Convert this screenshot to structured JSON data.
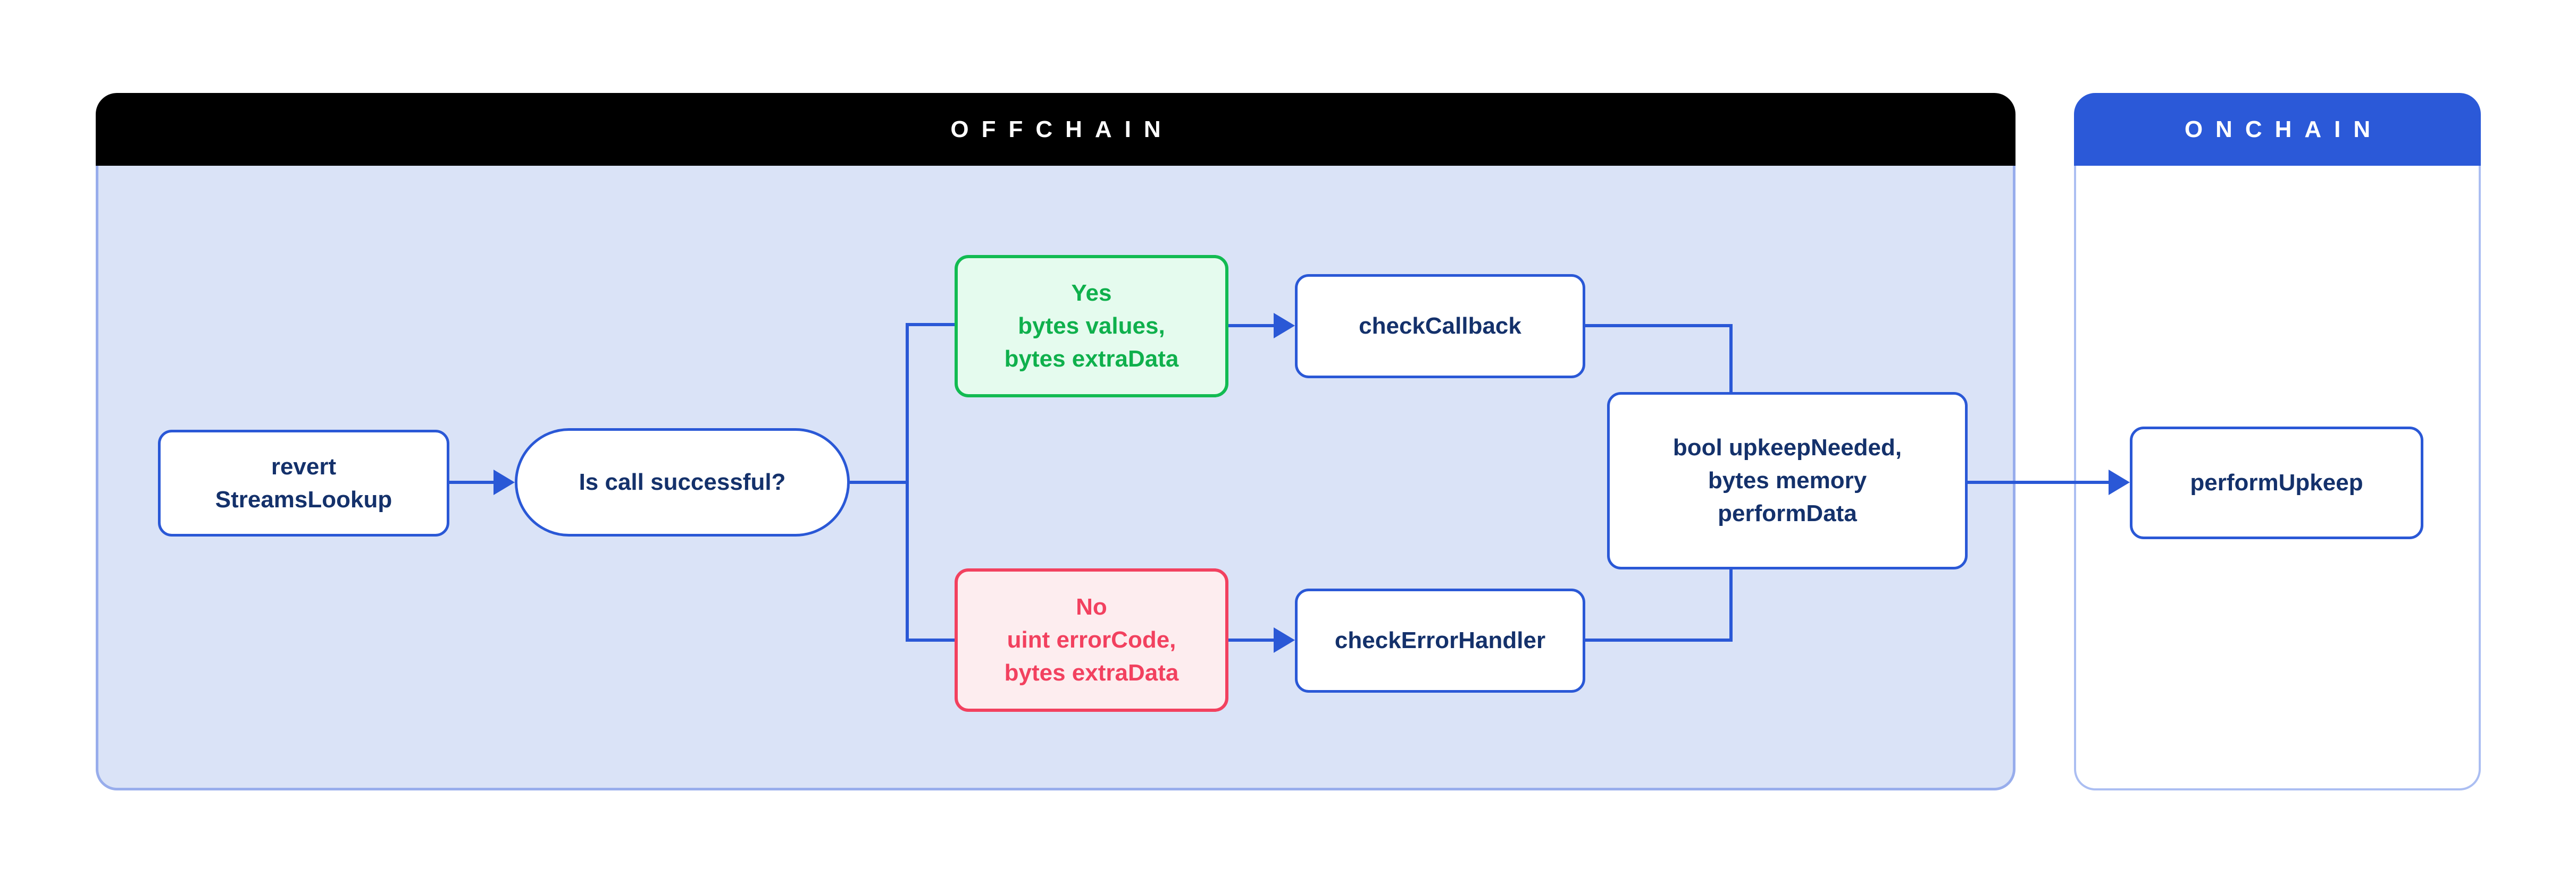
{
  "diagram": {
    "groups": {
      "offchain": {
        "title": "OFFCHAIN"
      },
      "onchain": {
        "title": "ONCHAIN"
      }
    },
    "nodes": {
      "revert_streams_lookup": {
        "label": "revert\nStreamsLookup"
      },
      "is_call_successful": {
        "label": "Is call successful?"
      },
      "yes_branch": {
        "label": "Yes\nbytes values,\nbytes extraData"
      },
      "check_callback": {
        "label": "checkCallback"
      },
      "no_branch": {
        "label": "No\nuint errorCode,\nbytes extraData"
      },
      "check_error_handler": {
        "label": "checkErrorHandler"
      },
      "upkeep_result": {
        "label": "bool upkeepNeeded,\nbytes memory\nperformData"
      },
      "perform_upkeep": {
        "label": "performUpkeep"
      }
    },
    "edges": [
      {
        "from": "revert_streams_lookup",
        "to": "is_call_successful",
        "arrowhead": true
      },
      {
        "from": "is_call_successful",
        "to": "yes_branch",
        "arrowhead": false
      },
      {
        "from": "is_call_successful",
        "to": "no_branch",
        "arrowhead": false
      },
      {
        "from": "yes_branch",
        "to": "check_callback",
        "arrowhead": true
      },
      {
        "from": "no_branch",
        "to": "check_error_handler",
        "arrowhead": true
      },
      {
        "from": "check_callback",
        "to": "upkeep_result",
        "arrowhead": false
      },
      {
        "from": "check_error_handler",
        "to": "upkeep_result",
        "arrowhead": false
      },
      {
        "from": "upkeep_result",
        "to": "perform_upkeep",
        "arrowhead": true
      }
    ],
    "colors": {
      "connector_blue": "#2a58d6",
      "node_border_blue": "#2a58d6",
      "node_text_navy": "#14316b",
      "offchain_header_bg": "#000000",
      "offchain_body_bg": "#dae3f7",
      "offchain_body_border": "#98adec",
      "onchain_header_bg": "#2b59d8",
      "onchain_body_border": "#abbef2",
      "success_border": "#12bb52",
      "success_text": "#0fb04c",
      "success_fill": "#e5fbee",
      "error_border": "#f2415f",
      "error_text": "#f2415f",
      "error_fill": "#fdedef",
      "header_text": "#ffffff"
    }
  }
}
